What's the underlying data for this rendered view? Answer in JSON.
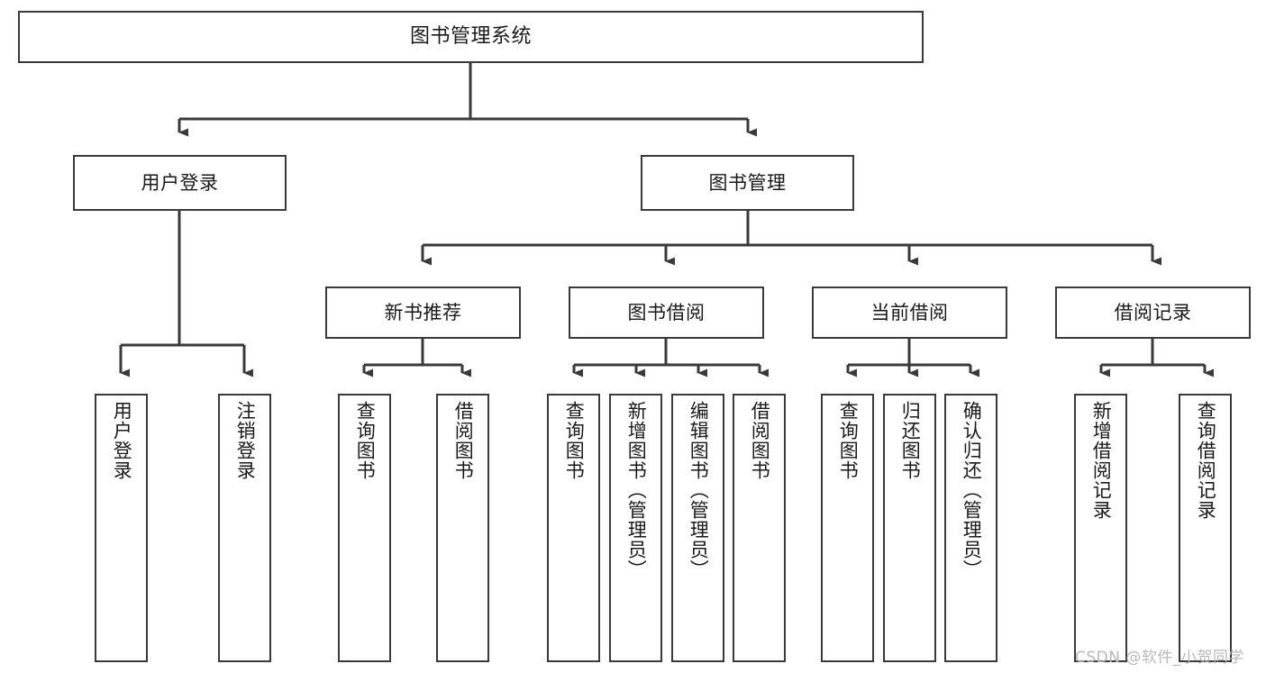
{
  "diagram": {
    "type": "hierarchy-tree",
    "title": "图书管理系统",
    "watermark": "CSDN @软件_小贺同学",
    "colors": {
      "node_border": "#3a3a3a",
      "node_fill": "#ffffff",
      "edge": "#3a3a3a",
      "text": "#1a1a1a",
      "watermark": "#b9b9b9"
    },
    "nodes": {
      "root": {
        "label": "图书管理系统"
      },
      "level2": [
        {
          "label": "用户登录"
        },
        {
          "label": "图书管理"
        }
      ],
      "level3": [
        {
          "label": "新书推荐"
        },
        {
          "label": "图书借阅"
        },
        {
          "label": "当前借阅"
        },
        {
          "label": "借阅记录"
        }
      ],
      "leaves": {
        "user_login": [
          {
            "label": "用户登录"
          },
          {
            "label": "注销登录"
          }
        ],
        "new_book_rec": [
          {
            "label": "查询图书"
          },
          {
            "label": "借阅图书"
          }
        ],
        "book_borrow": [
          {
            "label": "查询图书"
          },
          {
            "label": "新增图书（管理员）"
          },
          {
            "label": "编辑图书（管理员）"
          },
          {
            "label": "借阅图书"
          }
        ],
        "current_borrow": [
          {
            "label": "查询图书"
          },
          {
            "label": "归还图书"
          },
          {
            "label": "确认归还（管理员）"
          }
        ],
        "borrow_record": [
          {
            "label": "新增借阅记录"
          },
          {
            "label": "查询借阅记录"
          }
        ]
      }
    }
  }
}
